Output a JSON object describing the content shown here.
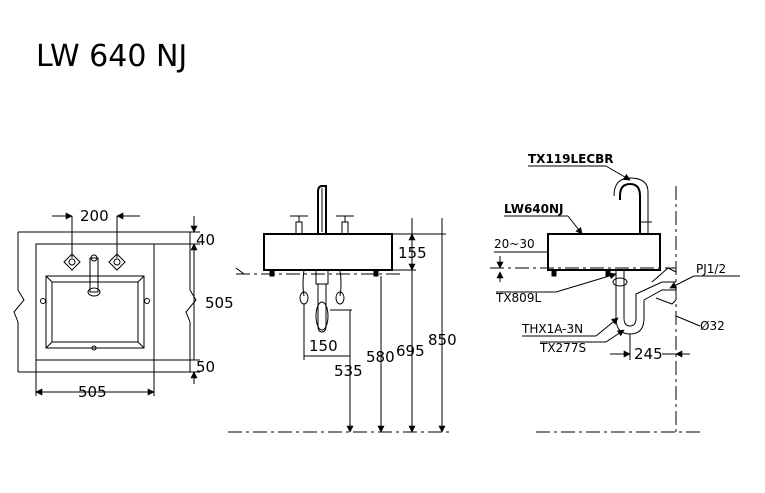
{
  "title": "LW 640 NJ",
  "front_view": {
    "dims": {
      "faucet_spacing": "200",
      "rim_top": "40",
      "depth": "505",
      "back_margin": "50",
      "width": "505"
    }
  },
  "side_view": {
    "dims": {
      "basin_height": "155",
      "trap_offset": "150",
      "trap_height": "535",
      "drain_height": "580",
      "bowl_bottom": "695",
      "rim_height": "850"
    }
  },
  "install_view": {
    "labels": {
      "faucet": "TX119LECBR",
      "basin": "LW640NJ",
      "gap": "20~30",
      "valve": "PJ1/2",
      "drain": "TX809L",
      "trap": "THX1A-3N",
      "trap2": "TX277S",
      "pipe_dia": "Ø32",
      "wall_offset": "245"
    }
  }
}
